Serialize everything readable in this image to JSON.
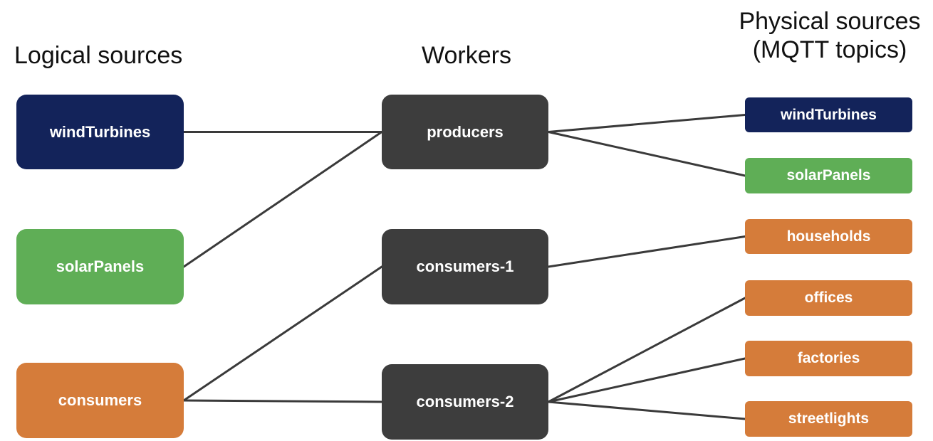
{
  "headings": {
    "logical": "Logical sources",
    "workers": "Workers",
    "physical_line1": "Physical sources",
    "physical_line2": "(MQTT topics)"
  },
  "colors": {
    "navy": "#13235a",
    "green": "#5fae56",
    "orange": "#d57c3a",
    "dark": "#3d3d3d",
    "edge": "#3a3a3a"
  },
  "logical_sources": [
    {
      "id": "windTurbines",
      "label": "windTurbines",
      "color": "navy"
    },
    {
      "id": "solarPanels",
      "label": "solarPanels",
      "color": "green"
    },
    {
      "id": "consumers",
      "label": "consumers",
      "color": "orange"
    }
  ],
  "workers": [
    {
      "id": "producers",
      "label": "producers"
    },
    {
      "id": "consumers-1",
      "label": "consumers-1"
    },
    {
      "id": "consumers-2",
      "label": "consumers-2"
    }
  ],
  "physical_sources": [
    {
      "id": "p-windTurbines",
      "label": "windTurbines",
      "color": "navy"
    },
    {
      "id": "p-solarPanels",
      "label": "solarPanels",
      "color": "green"
    },
    {
      "id": "p-households",
      "label": "households",
      "color": "orange"
    },
    {
      "id": "p-offices",
      "label": "offices",
      "color": "orange"
    },
    {
      "id": "p-factories",
      "label": "factories",
      "color": "orange"
    },
    {
      "id": "p-streetlights",
      "label": "streetlights",
      "color": "orange"
    }
  ],
  "edges": [
    {
      "from": "windTurbines",
      "to": "producers"
    },
    {
      "from": "solarPanels",
      "to": "producers"
    },
    {
      "from": "consumers",
      "to": "consumers-1"
    },
    {
      "from": "consumers",
      "to": "consumers-2"
    },
    {
      "from": "producers",
      "to": "p-windTurbines"
    },
    {
      "from": "producers",
      "to": "p-solarPanels"
    },
    {
      "from": "consumers-1",
      "to": "p-households"
    },
    {
      "from": "consumers-2",
      "to": "p-offices"
    },
    {
      "from": "consumers-2",
      "to": "p-factories"
    },
    {
      "from": "consumers-2",
      "to": "p-streetlights"
    }
  ]
}
